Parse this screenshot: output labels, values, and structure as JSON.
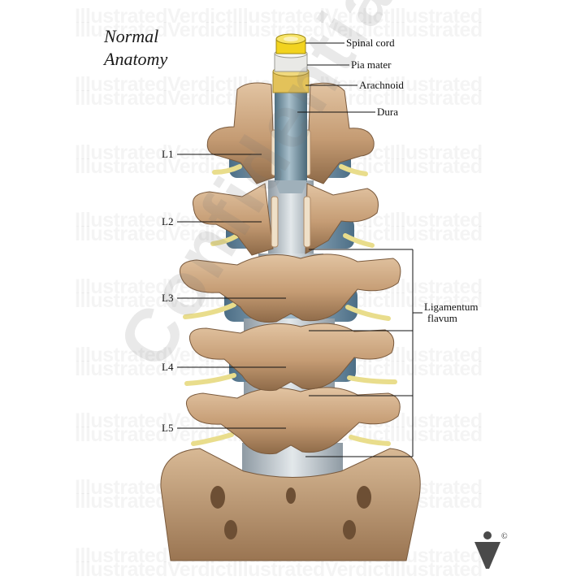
{
  "title_lines": [
    "Normal",
    "Anatomy"
  ],
  "labels_right": [
    "Spinal cord",
    "Pia mater",
    "Arachnoid",
    "Dura"
  ],
  "labels_left": [
    "L1",
    "L2",
    "L3",
    "L4",
    "L5"
  ],
  "bracket_label_lines": [
    "Ligamentum",
    "flavum"
  ],
  "watermark_text": "IllustratedVerdictIllustratedVerdictIllustrated",
  "diagonal_watermark": "Confidential",
  "copyright_symbol": "©",
  "colors": {
    "bone": "#c9a27a",
    "bone_shadow": "#8e6a48",
    "dura": "#6f8fa0",
    "nerve": "#f0e6a0",
    "cord": "#f2d31f",
    "ligament": "#b8c2c8"
  }
}
